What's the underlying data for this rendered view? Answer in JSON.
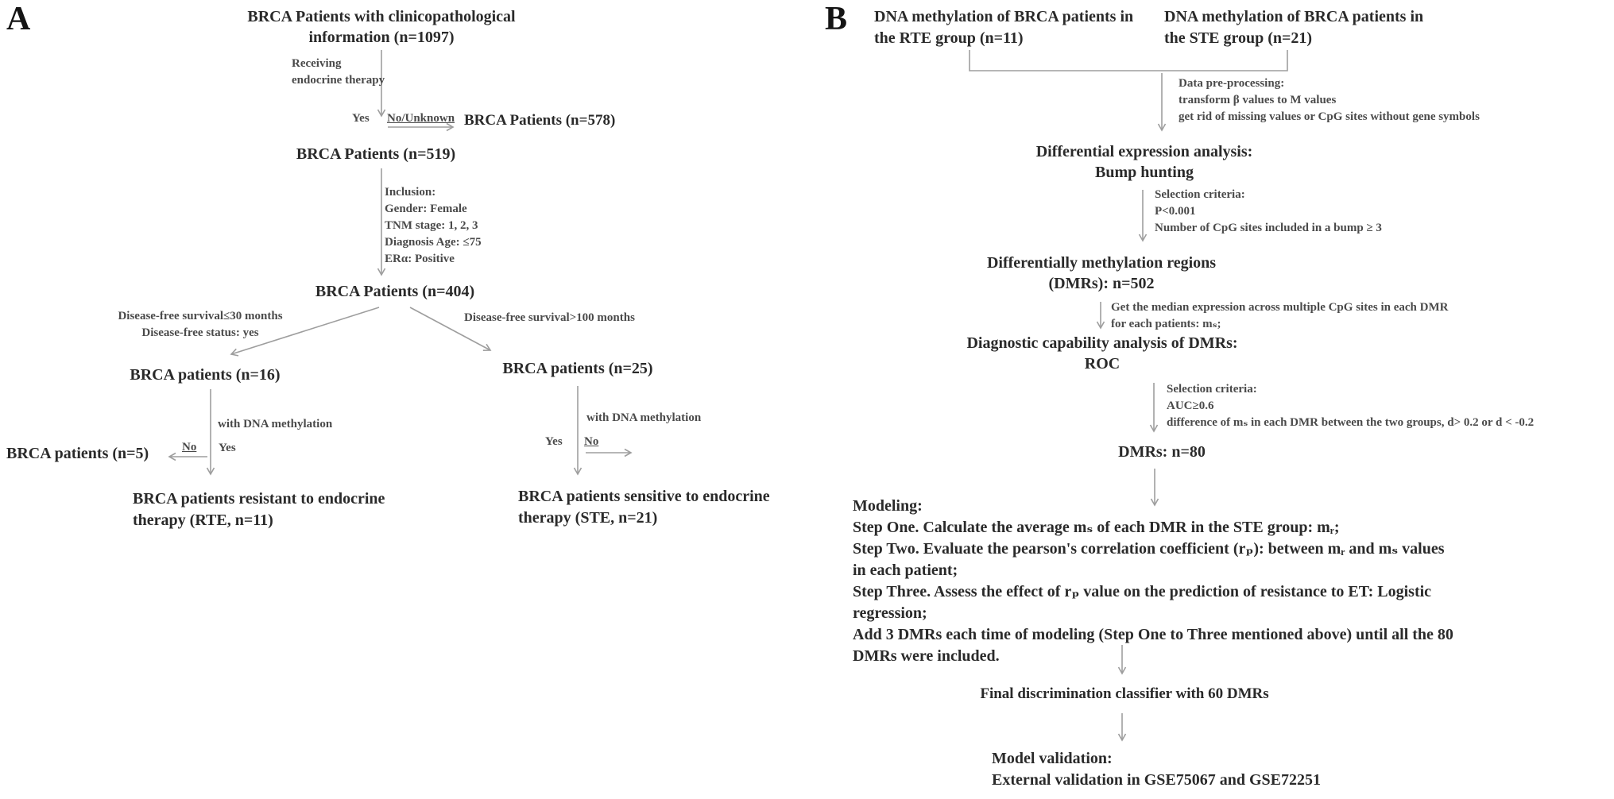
{
  "colors": {
    "background": "#ffffff",
    "node_text": "#2a2a2a",
    "annotation_text": "#4a4a4a",
    "line": "#9e9e9e"
  },
  "panel_a": {
    "label": "A",
    "node_start": "BRCA Patients with clinicopathological\ninformation (n=1097)",
    "label_receiving": "Receiving\nendocrine therapy",
    "label_yes_top": "Yes",
    "label_no_unknown": "No/Unknown",
    "node_n578": "BRCA Patients (n=578)",
    "node_n519": "BRCA Patients (n=519)",
    "label_inclusion": "Inclusion:\nGender: Female\nTNM stage: 1, 2, 3\nDiagnosis Age: ≤75\nERα: Positive",
    "node_n404": "BRCA Patients (n=404)",
    "label_branch_left": "Disease-free survival≤30 months\nDisease-free status: yes",
    "label_branch_right": "Disease-free survival>100 months",
    "node_n16": "BRCA patients (n=16)",
    "label_dna_left": "with DNA methylation",
    "label_no_left": "No",
    "label_yes_left": "Yes",
    "node_n5": "BRCA patients (n=5)",
    "node_rte": "BRCA patients resistant to endocrine\ntherapy (RTE, n=11)",
    "node_n25": "BRCA patients (n=25)",
    "label_dna_right": "with DNA methylation",
    "label_yes_right": "Yes",
    "label_no_right": "No",
    "node_ste": "BRCA patients sensitive to endocrine\ntherapy (STE, n=21)"
  },
  "panel_b": {
    "label": "B",
    "node_rte_group": "DNA methylation of BRCA patients in\nthe RTE group (n=11)",
    "node_ste_group": "DNA methylation of BRCA patients in\nthe STE group (n=21)",
    "label_preprocessing": "Data pre-processing:\ntransform β values to M values\nget rid of missing values or CpG sites without gene symbols",
    "node_diff_expr": "Differential expression analysis:\nBump hunting",
    "label_selection1": "Selection criteria:\nP<0.001\nNumber of CpG sites included in a bump ≥ 3",
    "node_dmr502": "Differentially methylation regions\n(DMRs): n=502",
    "label_median": "Get the median expression across multiple CpG sites in each DMR\nfor each patients: mₛ;",
    "node_diag": "Diagnostic capability analysis of DMRs:\nROC",
    "label_selection2": "Selection criteria:\nAUC≥0.6\ndifference of mₛ in each DMR between the two groups, d> 0.2 or d < -0.2",
    "node_dmr80": "DMRs: n=80",
    "node_modeling": "Modeling:\nStep One. Calculate the average mₛ of each DMR in the STE group: mᵣ;\nStep Two. Evaluate the pearson's correlation coefficient (rₚ): between mᵣ and mₛ values\nin each patient;\nStep Three. Assess the effect of rₚ value on the prediction of resistance to ET: Logistic\nregression;\nAdd 3 DMRs each time of modeling (Step One to Three mentioned above) until all the 80\nDMRs were included.",
    "node_final": "Final discrimination classifier with 60 DMRs",
    "node_validation": "Model validation:\nExternal validation in GSE75067 and GSE72251"
  }
}
